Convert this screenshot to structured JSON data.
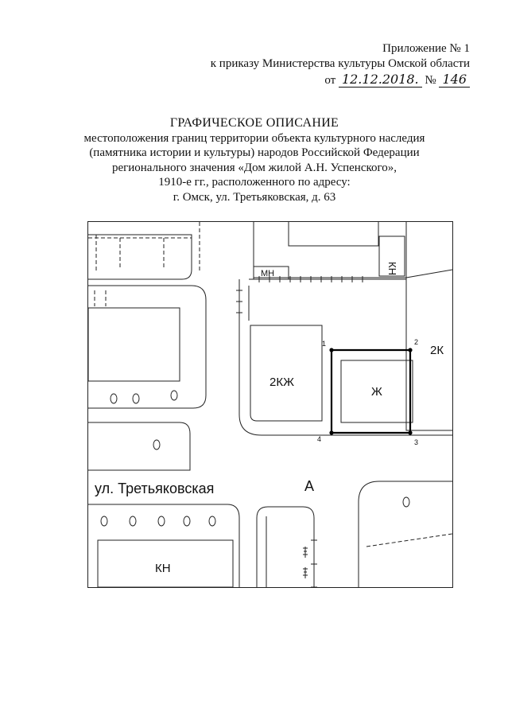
{
  "appendix": {
    "line1": "Приложение № 1",
    "line2": "к приказу Министерства культуры Омской области",
    "date_prefix": "от",
    "date_value": "12.12.2018.",
    "number_prefix": "№",
    "number_value": "146"
  },
  "title": {
    "heading": "ГРАФИЧЕСКОЕ ОПИСАНИЕ",
    "lines": [
      "местоположения границ территории объекта культурного наследия",
      "(памятника истории и культуры) народов Российской Федерации",
      "регионального значения «Дом жилой А.Н. Успенского»,",
      "1910-е гг., расположенного по адресу:",
      "г. Омск, ул. Третьяковская, д. 63"
    ]
  },
  "map": {
    "street_label": "ул. Третьяковская",
    "labels": {
      "kn_top": "КН",
      "mn": "МН",
      "k2": "2К",
      "kzh2": "2КЖ",
      "zh": "Ж",
      "a": "А",
      "kn_bottom": "КН"
    },
    "boundary_points": [
      "1",
      "2",
      "3",
      "4"
    ]
  }
}
